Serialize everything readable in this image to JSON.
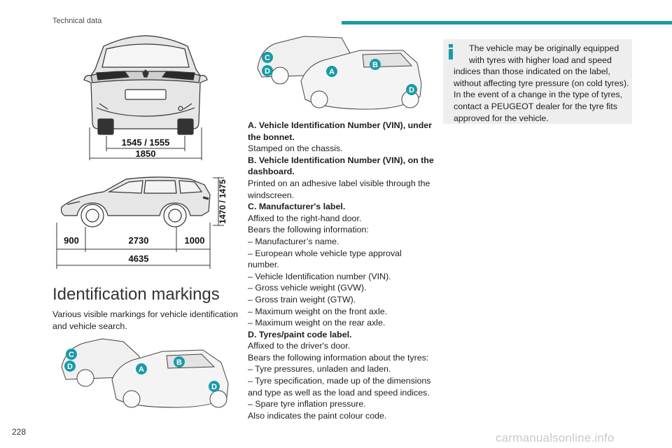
{
  "header": {
    "section_title": "Technical data",
    "accent_color": "#1a9aa7"
  },
  "page_number": "228",
  "watermark": "carmanualsonline.info",
  "rear_view": {
    "track_dimension": "1545 / 1555",
    "width_dimension": "1850"
  },
  "side_view": {
    "height_dimension": "1470 / 1475",
    "front_overhang": "900",
    "wheelbase": "2730",
    "rear_overhang": "1000",
    "length": "4635"
  },
  "markers": {
    "a": "A",
    "b": "B",
    "c": "C",
    "d": "D",
    "marker_color": "#1a9aa7"
  },
  "section": {
    "heading": "Identification markings",
    "intro": "Various visible markings for vehicle identification and vehicle search."
  },
  "description": {
    "lines": [
      {
        "text": "A. Vehicle Identification Number (VIN), under",
        "bold": true
      },
      {
        "text": "the bonnet.",
        "bold": true
      },
      {
        "text": "Stamped on the chassis.",
        "bold": false
      },
      {
        "text": "B. Vehicle Identification Number (VIN), on the",
        "bold": true
      },
      {
        "text": "dashboard.",
        "bold": true
      },
      {
        "text": "Printed on an adhesive label visible through the",
        "bold": false
      },
      {
        "text": "windscreen.",
        "bold": false
      },
      {
        "text": "C. Manufacturer's label.",
        "bold": true
      },
      {
        "text": "Affixed to the right-hand door.",
        "bold": false
      },
      {
        "text": "Bears the following information:",
        "bold": false
      },
      {
        "text": "– Manufacturer’s name.",
        "bold": false
      },
      {
        "text": "– European whole vehicle type approval",
        "bold": false
      },
      {
        "text": "number.",
        "bold": false
      },
      {
        "text": "– Vehicle Identification number (VIN).",
        "bold": false
      },
      {
        "text": "– Gross vehicle weight (GVW).",
        "bold": false
      },
      {
        "text": "– Gross train weight (GTW).",
        "bold": false
      },
      {
        "text": "– Maximum weight on the front axle.",
        "bold": false
      },
      {
        "text": "– Maximum weight on the rear axle.",
        "bold": false
      },
      {
        "text": "D. Tyres/paint code label.",
        "bold": true
      },
      {
        "text": "Affixed to the driver's door.",
        "bold": false
      },
      {
        "text": "Bears the following information about the tyres:",
        "bold": false
      },
      {
        "text": "– Tyre pressures, unladen and laden.",
        "bold": false
      },
      {
        "text": "– Tyre specification, made up of the dimensions",
        "bold": false
      },
      {
        "text": "and type as well as the load and speed indices.",
        "bold": false
      },
      {
        "text": "– Spare tyre inflation pressure.",
        "bold": false
      },
      {
        "text": "Also indicates the paint colour code.",
        "bold": false
      }
    ]
  },
  "info_box": {
    "icon": "info-icon",
    "lines": [
      "The vehicle may be originally equipped",
      "with tyres with higher load and speed",
      "indices than those indicated on the label,",
      "without affecting tyre pressure (on cold tyres).",
      "In the event of a change in the type of tyres,",
      "contact a PEUGEOT dealer for the tyre fits",
      "approved for the vehicle."
    ]
  }
}
